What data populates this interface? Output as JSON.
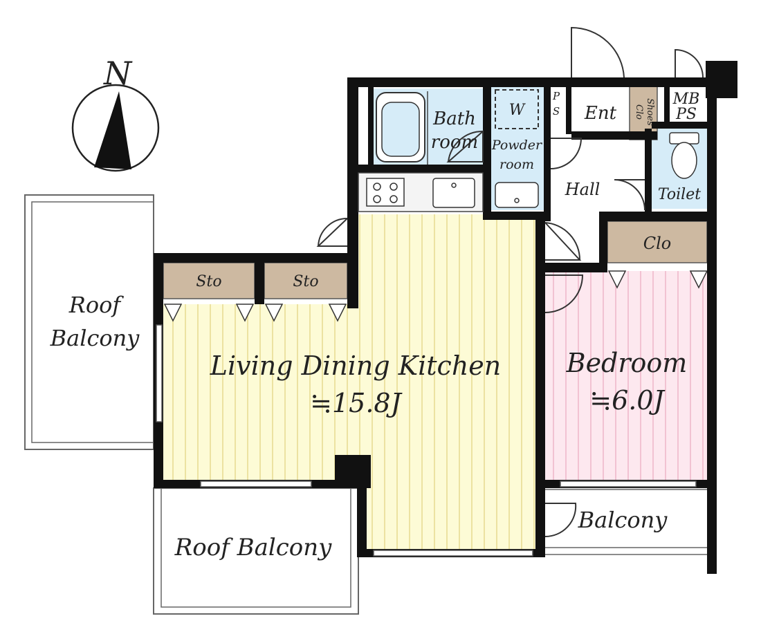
{
  "compass": {
    "label": "N"
  },
  "rooms": {
    "bath": {
      "line1": "Bath",
      "line2": "room"
    },
    "washer": {
      "label": "W"
    },
    "powder": {
      "line1": "Powder",
      "line2": "room"
    },
    "ps_small": {
      "line1": "P",
      "line2": "S"
    },
    "entrance": {
      "label": "Ent"
    },
    "shoes_clo": {
      "line1": "Shoes",
      "line2": "Clo"
    },
    "mbps": {
      "line1": "MB",
      "line2": "PS"
    },
    "hall": {
      "label": "Hall"
    },
    "toilet": {
      "label": "Toilet"
    },
    "clo": {
      "label": "Clo"
    },
    "sto_left": {
      "label": "Sto"
    },
    "sto_right": {
      "label": "Sto"
    },
    "ldk": {
      "name": "Living Dining Kitchen",
      "size": "≒15.8J"
    },
    "bedroom": {
      "name": "Bedroom",
      "size": "≒6.0J"
    },
    "roof_balcony_west": {
      "line1": "Roof",
      "line2": "Balcony"
    },
    "roof_balcony_south": {
      "label": "Roof Balcony"
    },
    "balcony": {
      "label": "Balcony"
    }
  },
  "colors": {
    "ldk_floor": "#fdfbd6",
    "bedroom_floor": "#fde8ef",
    "storage": "#cdb9a1",
    "wet_area": "#d6ecf8",
    "wall": "#111111"
  }
}
